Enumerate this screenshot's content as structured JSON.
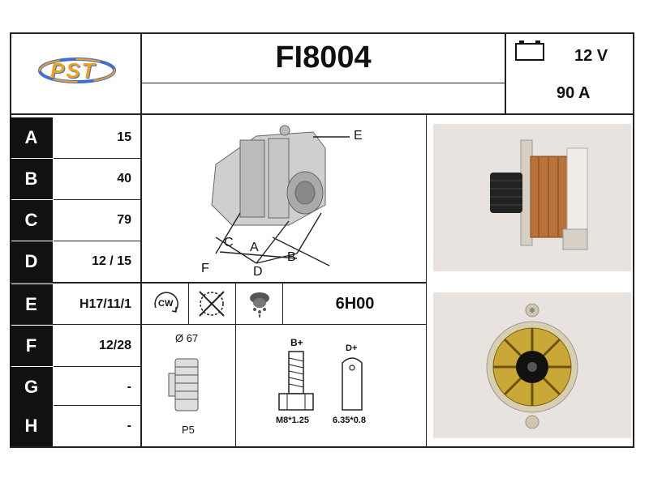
{
  "header": {
    "logo_text": "PST",
    "part_number": "FI8004",
    "voltage": "12 V",
    "current": "90 A",
    "battery_icon": "battery-icon"
  },
  "specs": [
    {
      "letter": "A",
      "value": "15"
    },
    {
      "letter": "B",
      "value": "40"
    },
    {
      "letter": "C",
      "value": "79"
    },
    {
      "letter": "D",
      "value": "12 / 15"
    },
    {
      "letter": "E",
      "value": "H17/11/1"
    },
    {
      "letter": "F",
      "value": "12/28"
    },
    {
      "letter": "G",
      "value": "-"
    },
    {
      "letter": "H",
      "value": "-"
    }
  ],
  "diagram_labels": {
    "e": "E",
    "c": "C",
    "a": "A",
    "b": "B",
    "f": "F",
    "d": "D"
  },
  "icons_row": {
    "rotation_label": "CW",
    "code": "6H00"
  },
  "pulley": {
    "diameter": "Ø 67",
    "type": "P5"
  },
  "terminals": {
    "b_plus_label": "B+",
    "b_plus_size": "M8*1.25",
    "d_plus_label": "D+",
    "d_plus_size": "6.35*0.8"
  },
  "colors": {
    "letter_bg": "#111111",
    "grid_line": "#222222",
    "photo_bg": "#e8e3df",
    "logo_orange": "#f0a020",
    "logo_blue": "#3f6fc7"
  }
}
